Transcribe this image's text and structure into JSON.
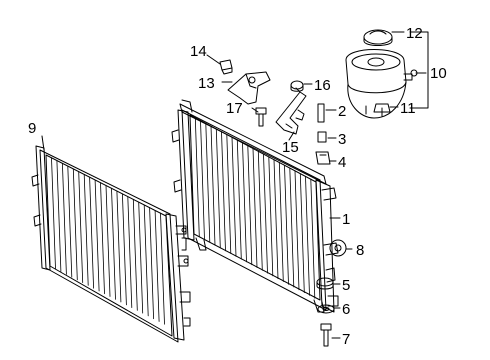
{
  "diagram": {
    "colors": {
      "line": "#000000",
      "background": "#ffffff"
    },
    "parts": [
      {
        "id": "p1",
        "label": "1"
      },
      {
        "id": "p2",
        "label": "2"
      },
      {
        "id": "p3",
        "label": "3"
      },
      {
        "id": "p4",
        "label": "4"
      },
      {
        "id": "p5",
        "label": "5"
      },
      {
        "id": "p6",
        "label": "6"
      },
      {
        "id": "p7",
        "label": "7"
      },
      {
        "id": "p8",
        "label": "8"
      },
      {
        "id": "p9",
        "label": "9"
      },
      {
        "id": "p10",
        "label": "10"
      },
      {
        "id": "p11",
        "label": "11"
      },
      {
        "id": "p12",
        "label": "12"
      },
      {
        "id": "p13",
        "label": "13"
      },
      {
        "id": "p14",
        "label": "14"
      },
      {
        "id": "p15",
        "label": "15"
      },
      {
        "id": "p16",
        "label": "16"
      },
      {
        "id": "p17",
        "label": "17"
      }
    ]
  }
}
